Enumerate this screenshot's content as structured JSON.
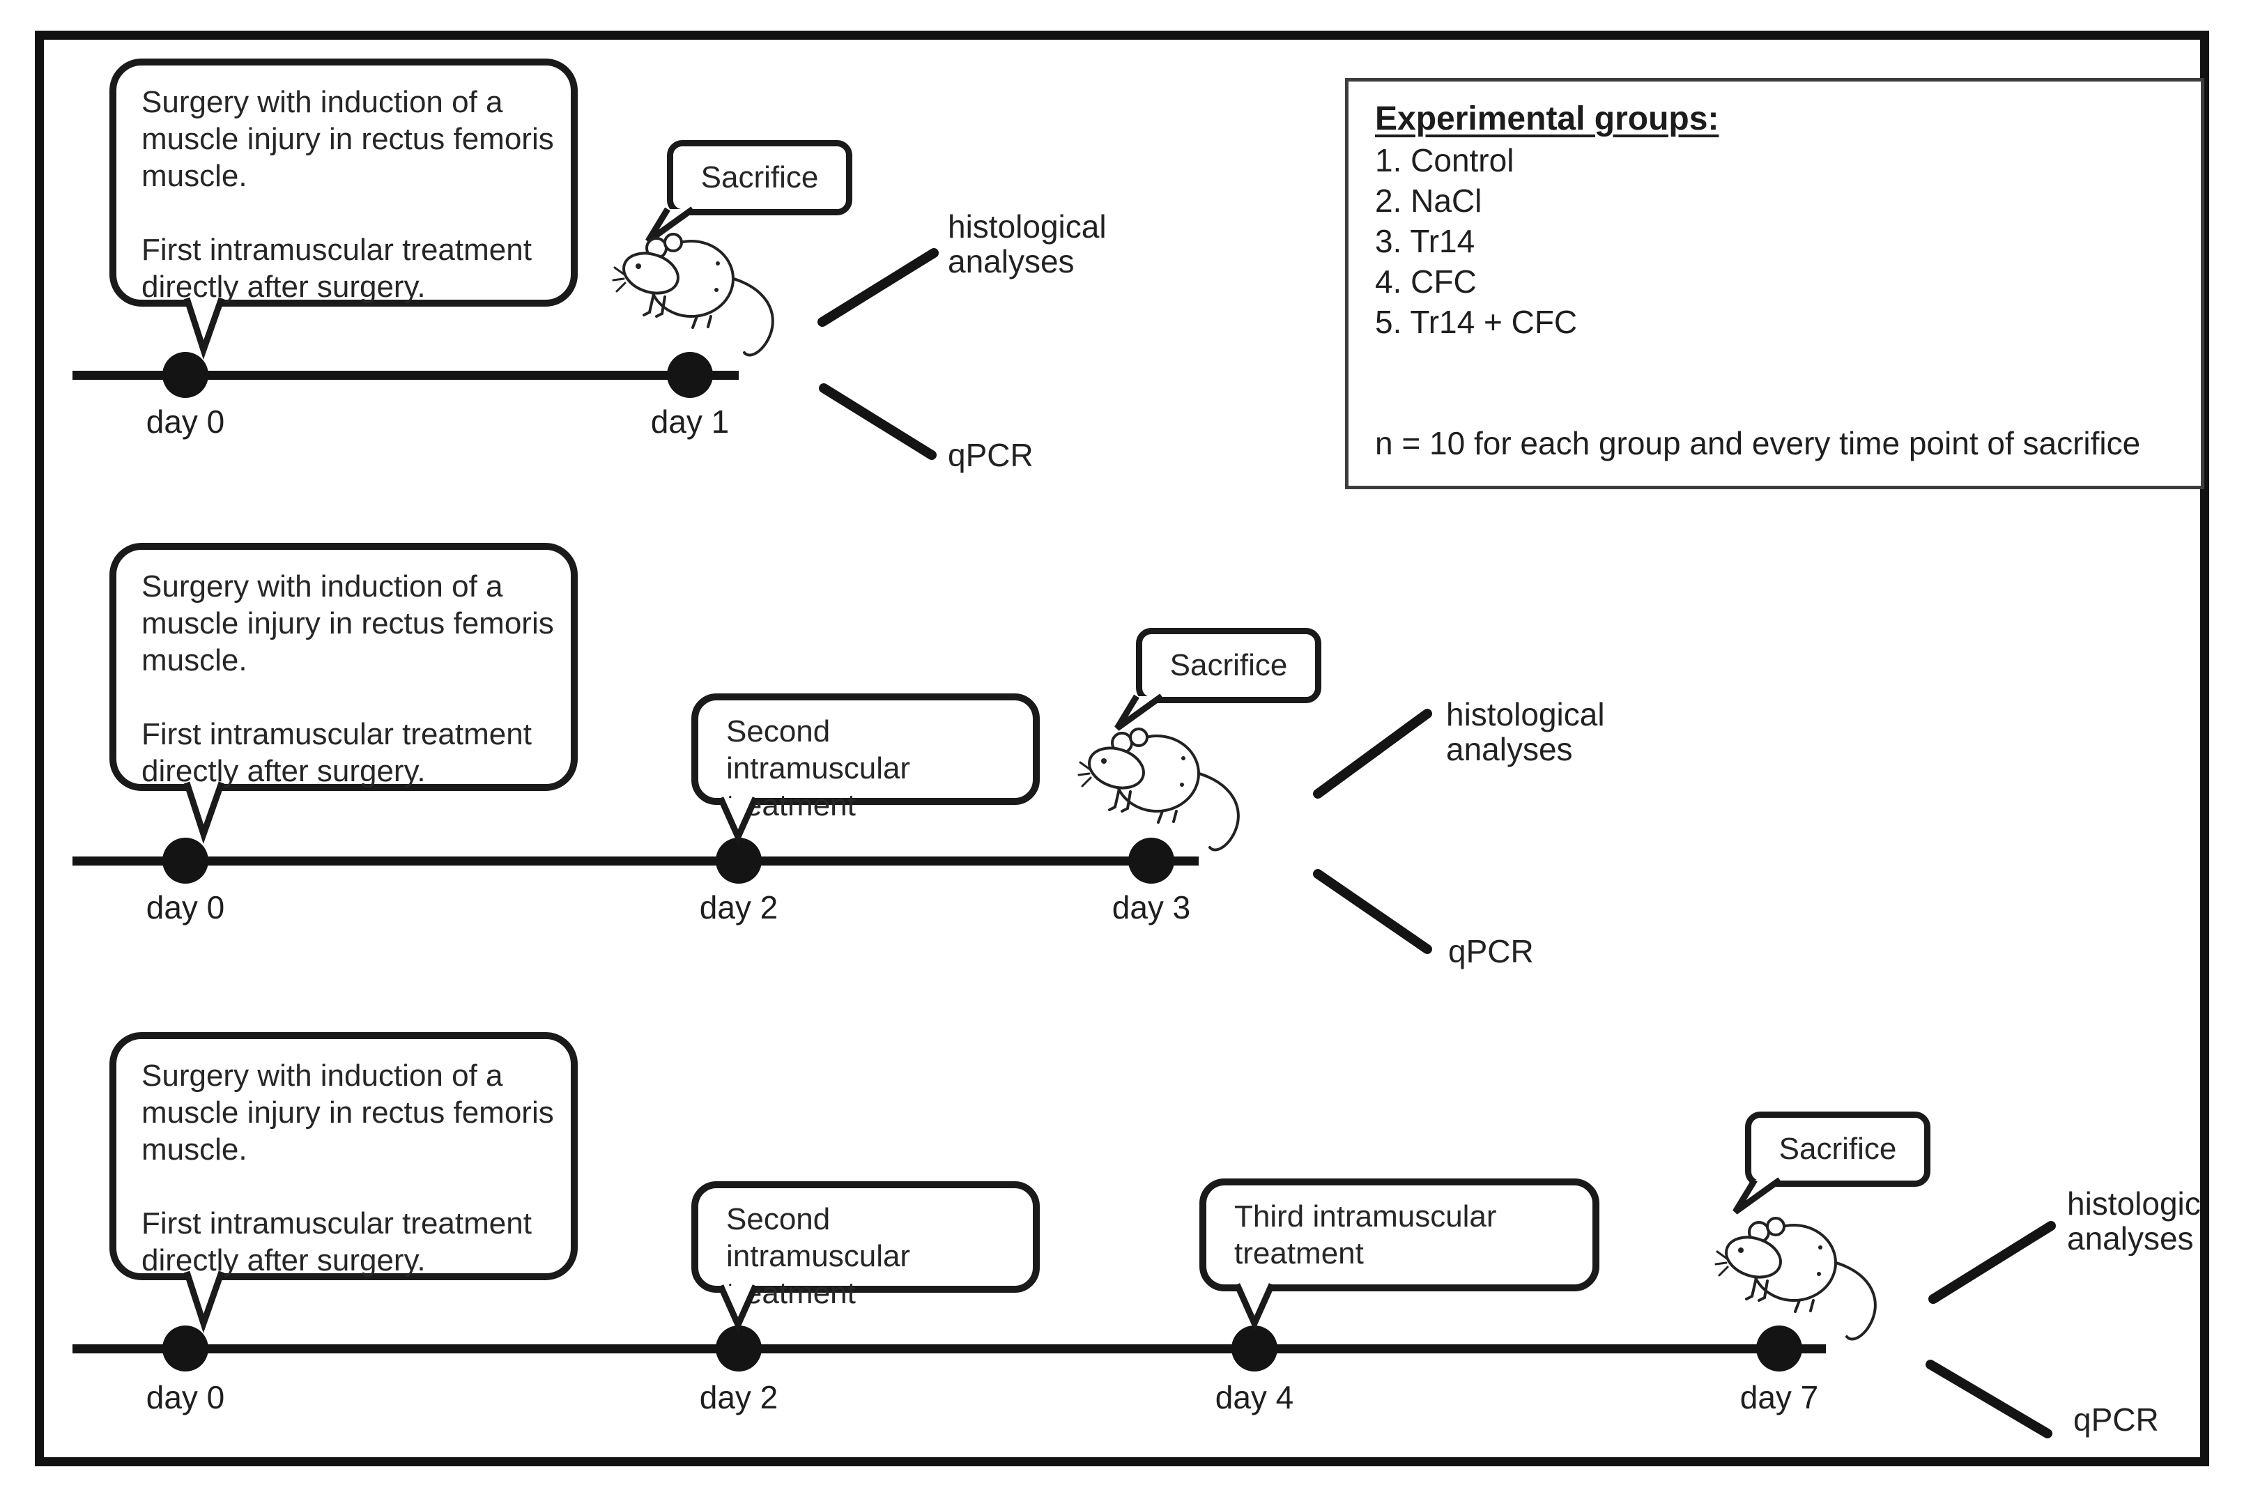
{
  "groups_box": {
    "title": "Experimental groups:",
    "items": [
      "1. Control",
      "2. NaCl",
      "3. Tr14",
      "4. CFC",
      "5. Tr14 + CFC"
    ],
    "note": "n = 10 for each group and every time point of sacrifice"
  },
  "bubbles": {
    "surgery_p1": "Surgery with induction of a muscle injury in rectus femoris muscle.",
    "surgery_p2": "First intramuscular treatment directly after surgery.",
    "sacrifice": "Sacrifice",
    "second_treatment": "Second intramuscular treatment",
    "third_treatment": "Third intramuscular treatment"
  },
  "outcomes": {
    "histological_line1": "histological",
    "histological_line2": "analyses",
    "qpcr": "qPCR"
  },
  "timelines": {
    "row1": {
      "days": {
        "d0": "day 0",
        "d1": "day 1"
      }
    },
    "row2": {
      "days": {
        "d0": "day 0",
        "d2": "day 2",
        "d3": "day 3"
      }
    },
    "row3": {
      "days": {
        "d0": "day 0",
        "d2": "day 2",
        "d4": "day 4",
        "d7": "day 7"
      }
    }
  },
  "icons": {
    "animal": "rat-icon",
    "bubble_tail": "speech-tail-icon",
    "connector": "connector-line-icon"
  },
  "colors": {
    "ink": "#141414",
    "bubble_border": "#1a1a1a",
    "text": "#262626",
    "box_border": "#3d3d3d",
    "background": "#ffffff"
  }
}
